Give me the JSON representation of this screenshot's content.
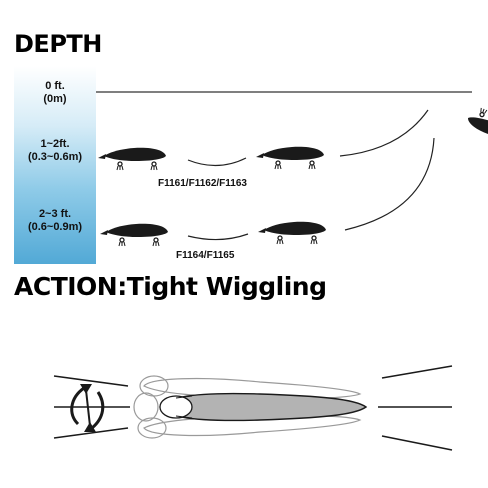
{
  "depth": {
    "title": "DEPTH",
    "levels": [
      {
        "ft": "0 ft.",
        "m": "(0m)"
      },
      {
        "ft": "1~2ft.",
        "m": "(0.3~0.6m)"
      },
      {
        "ft": "2~3 ft.",
        "m": "(0.6~0.9m)"
      }
    ],
    "models": {
      "upper": "F1161/F1162/F1163",
      "lower": "F1164/F1165"
    }
  },
  "action": {
    "title": "ACTION:Tight Wiggling"
  },
  "icons": {
    "lure": "minnow-lure-icon",
    "rotation": "rotation-arrows-icon"
  },
  "colors": {
    "lure_body": "#1a1a1a",
    "lure_action_body": "#b3b3b3",
    "water_top": "#ffffff",
    "water_bottom": "#52a9d6",
    "line": "#222222"
  }
}
